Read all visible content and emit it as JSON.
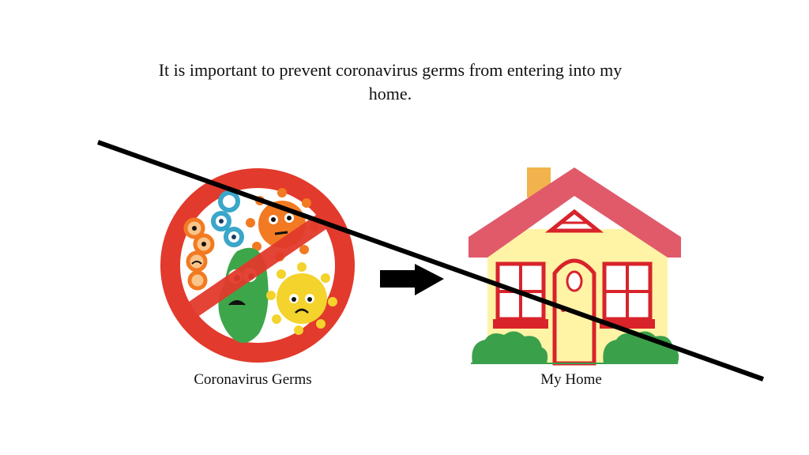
{
  "slide": {
    "title": "It is important to prevent coronavirus germs from entering into my home.",
    "captions": {
      "germs": "Coronavirus Germs",
      "home": "My Home"
    }
  },
  "colors": {
    "prohibition_red": "#e23a2c",
    "arrow": "#000000",
    "strike_line": "#000000",
    "roof": "#e05a6a",
    "house_wall": "#fff3a6",
    "window_red": "#d8232a",
    "bush": "#3aa04a",
    "germ_orange": "#f27a22",
    "germ_blue": "#3aa6c9",
    "germ_green": "#3ea64a",
    "germ_yellow": "#f3d32c"
  },
  "icons": {
    "prohibition": "no-germs-icon",
    "arrow": "right-arrow-icon",
    "house": "house-icon",
    "strike": "strike-through-line"
  }
}
